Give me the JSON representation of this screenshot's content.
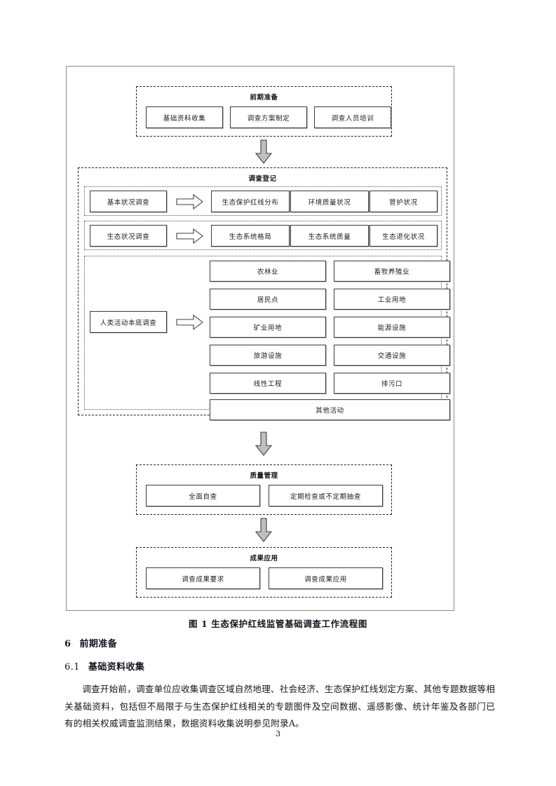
{
  "figure": {
    "caption": "图 1   生态保护红线监管基础调查工作流程图",
    "sections": [
      {
        "id": "preliminary-preparation",
        "title": "前期准备",
        "nodes": [
          "基础资料收集",
          "调查方案制定",
          "调查人员培训"
        ]
      },
      {
        "id": "survey-registration",
        "title": "调查登记",
        "rows": [
          {
            "id": "basic-status-survey",
            "source": "基本状况调查",
            "targets": [
              "生态保护红线分布",
              "环境质量状况",
              "管护状况"
            ]
          },
          {
            "id": "ecological-status-survey",
            "source": "生态状况调查",
            "targets": [
              "生态系统格局",
              "生态系统质量",
              "生态退化状况"
            ]
          },
          {
            "id": "human-activity-survey",
            "source": "人类活动本底调查",
            "targets": [
              "农林业",
              "畜牧养殖业",
              "居民点",
              "工业用地",
              "矿业用地",
              "能源设施",
              "旅游设施",
              "交通设施",
              "线性工程",
              "排污口"
            ],
            "full_width_target": "其他活动"
          }
        ]
      },
      {
        "id": "quality-management",
        "title": "质量管理",
        "nodes": [
          "全面自查",
          "定期检查或不定期抽查"
        ]
      },
      {
        "id": "results-application",
        "title": "成果应用",
        "nodes": [
          "调查成果要求",
          "调查成果应用"
        ]
      }
    ],
    "arrows": {
      "down_icon": "arrow-down-block-icon",
      "right_icon": "arrow-right-block-icon"
    },
    "colors": {
      "arrow_fill": "#bfbfbf",
      "arrow_stroke": "#404040",
      "box_stroke": "#3a3a3a",
      "frame_stroke": "#8a8a8a"
    }
  },
  "document": {
    "heading_1": {
      "number": "6",
      "text": "前期准备"
    },
    "heading_2": {
      "number": "6.1",
      "text": "基础资料收集"
    },
    "paragraph": "调查开始前，调查单位应收集调查区域自然地理、社会经济、生态保护红线划定方案、其他专题数据等相关基础资料，包括但不局限于与生态保护红线相关的专题图件及空间数据、遥感影像、统计年鉴及各部门已有的相关权威调查监测结果，数据资料收集说明参见附录A。",
    "page_number": "3"
  }
}
